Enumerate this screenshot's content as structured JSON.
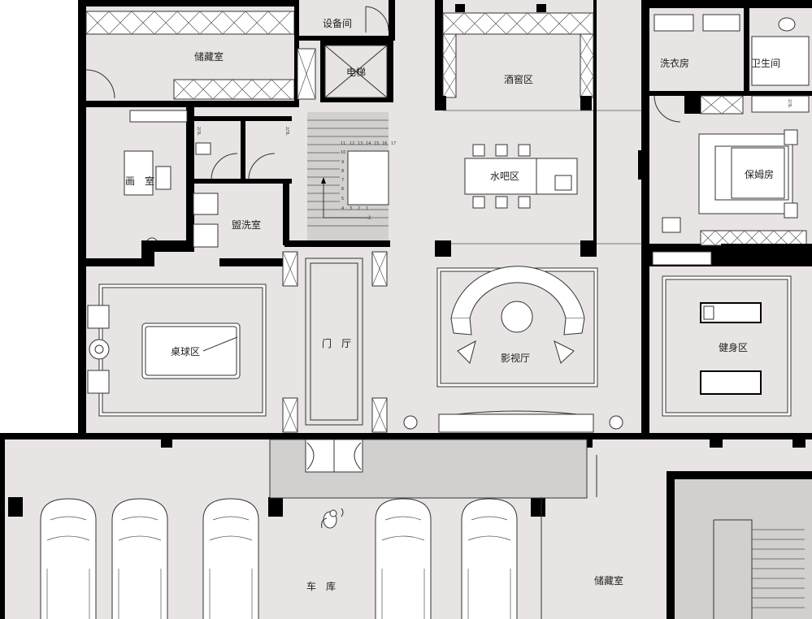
{
  "rooms": {
    "storage_top": "储藏室",
    "equipment": "设备间",
    "elevator": "电梯",
    "wine_cellar": "酒窖区",
    "laundry": "洗衣房",
    "bathroom": "卫生间",
    "painting_room": "画　室",
    "washroom": "盥洗室",
    "water_bar": "水吧区",
    "nanny_room": "保姆房",
    "billiards": "桌球区",
    "foyer": "门　厅",
    "theater": "影视厅",
    "gym": "健身区",
    "garage": "车　库",
    "storage_bottom": "储藏室"
  },
  "stairs": {
    "up_label": "上",
    "steps_top": [
      "11",
      "12",
      "13",
      "14",
      "15",
      "16",
      "17"
    ],
    "steps_side": [
      "10",
      "9",
      "8",
      "7",
      "6",
      "5"
    ],
    "steps_bottom": [
      "4",
      "3",
      "2",
      "1"
    ]
  },
  "dims": {
    "d1": "2/3L",
    "d2": "2/3L",
    "d3": "2/3L"
  },
  "colors": {
    "wall": "#000000",
    "floor": "#e7e4e3",
    "hall": "#d2d0ce",
    "white": "#ffffff"
  }
}
